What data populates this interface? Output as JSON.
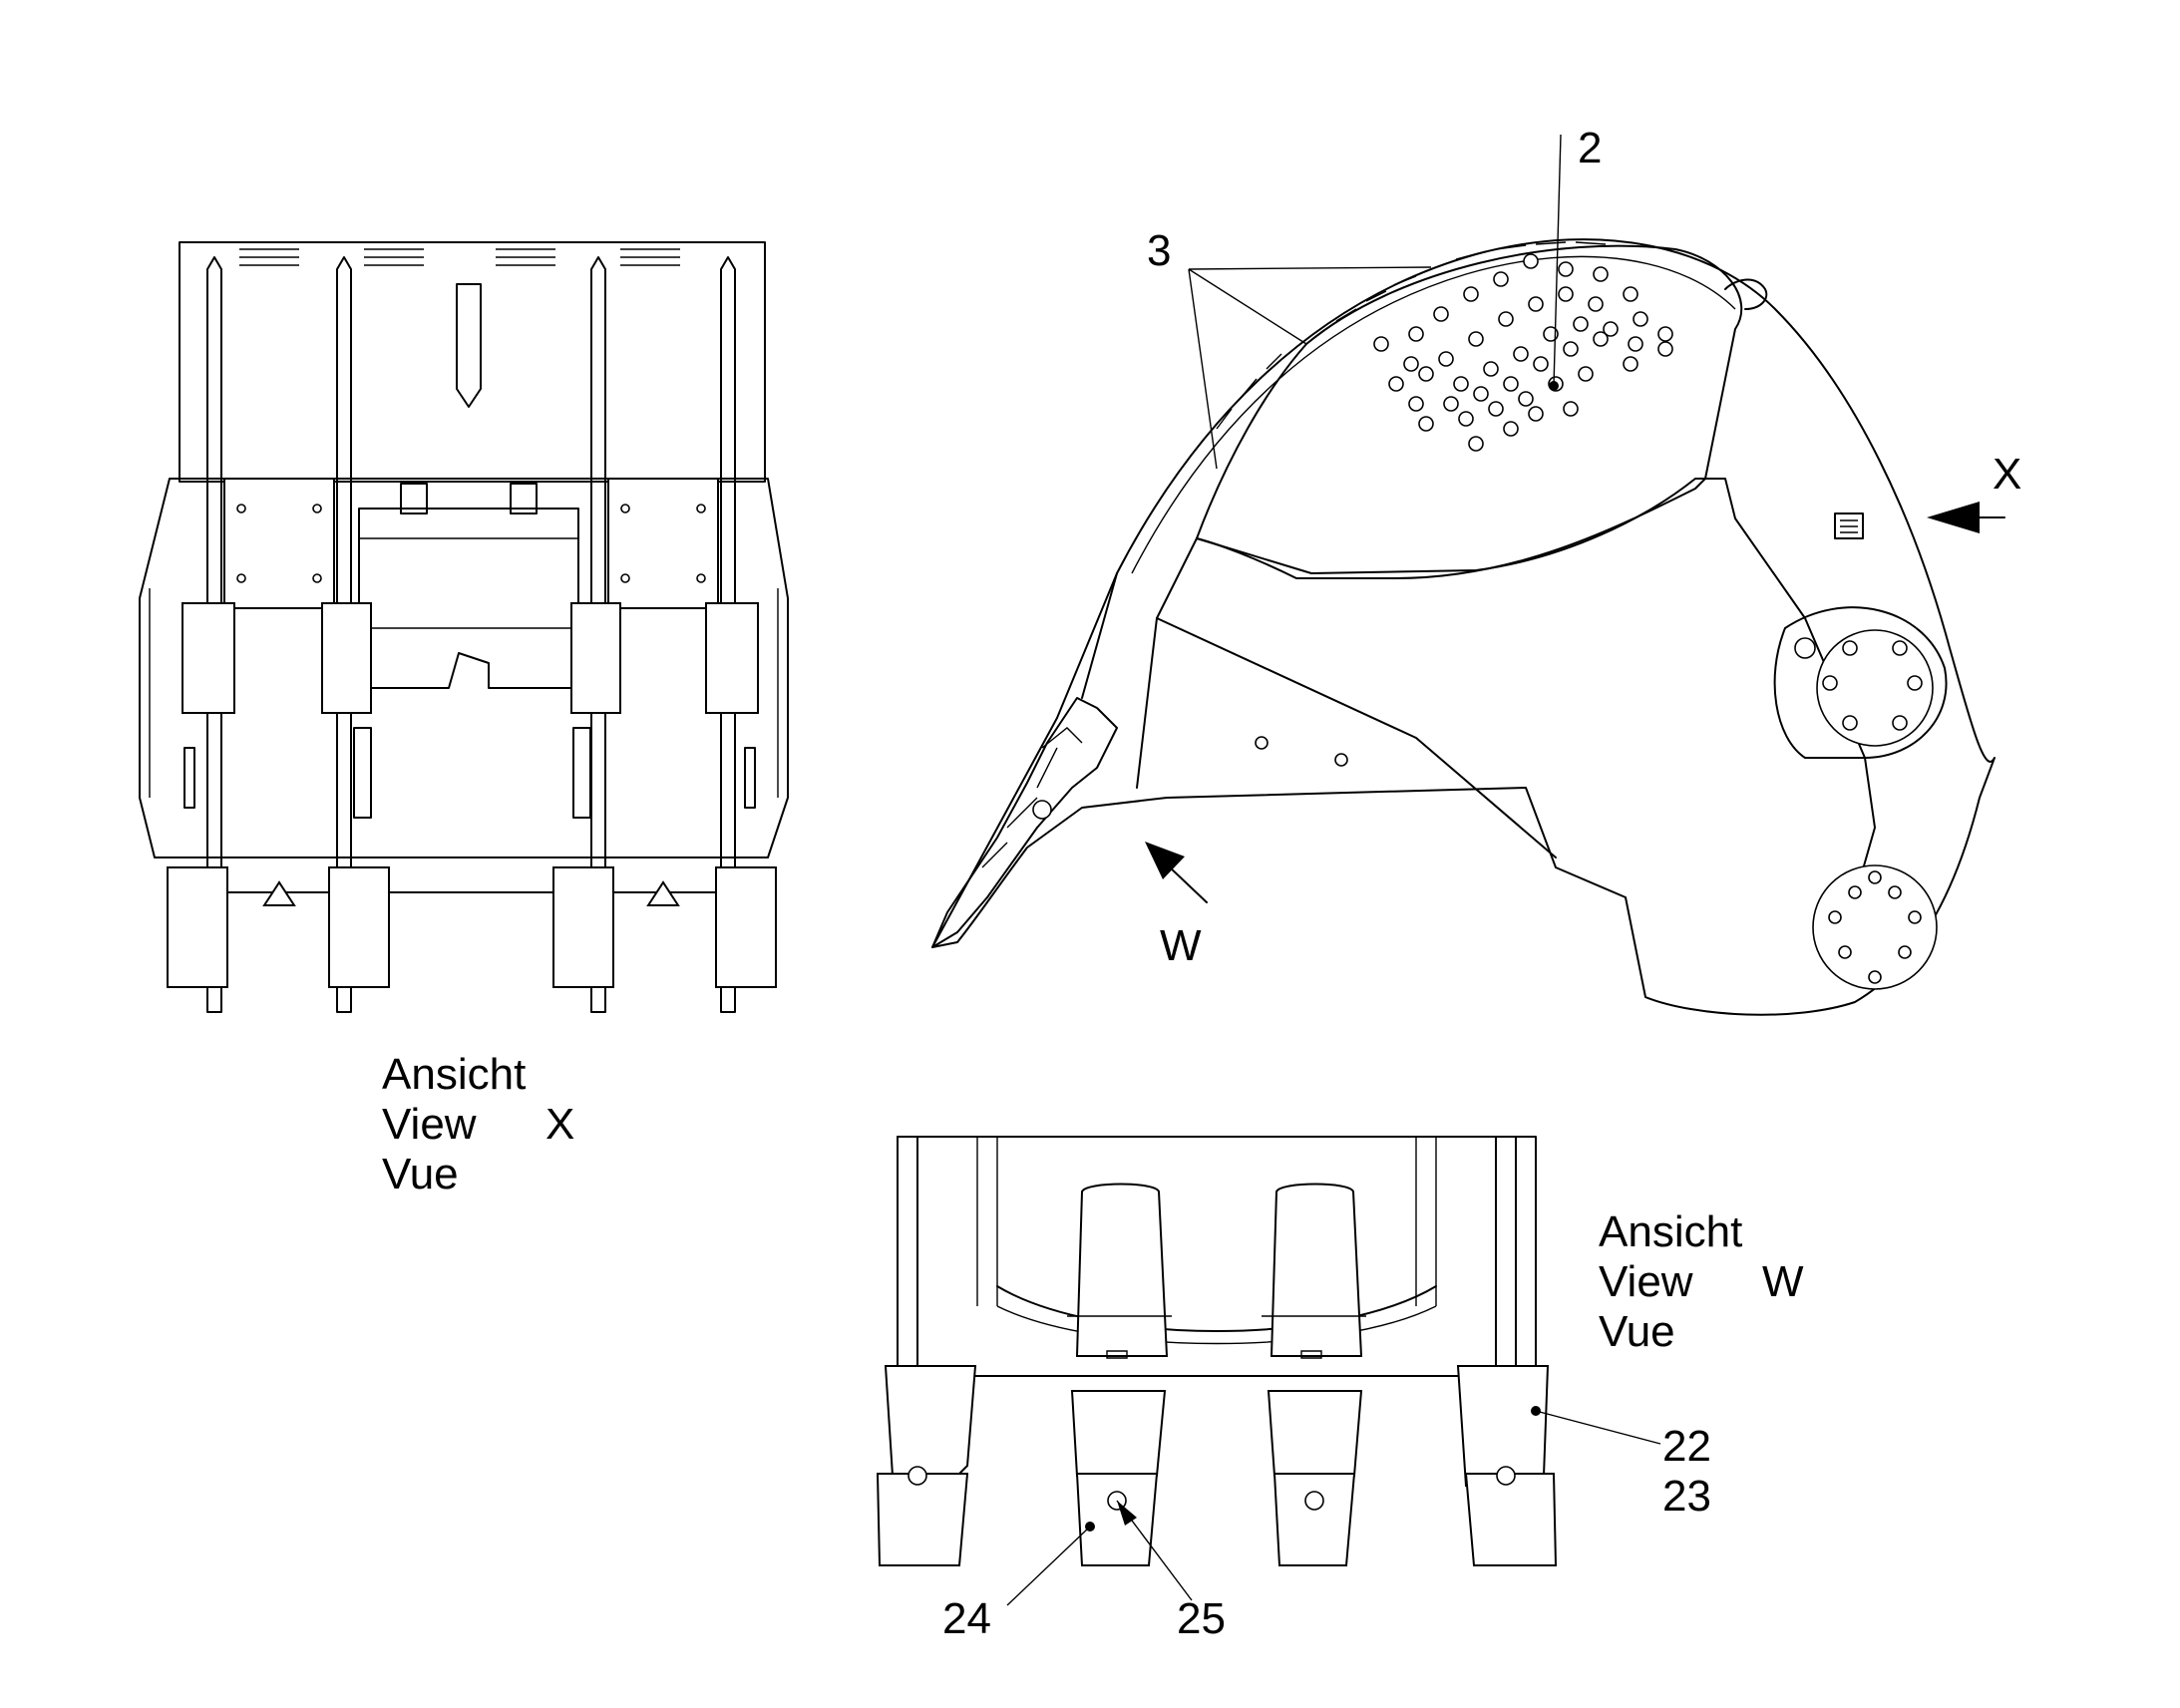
{
  "callouts": {
    "c2": "2",
    "c3": "3",
    "c22": "22",
    "c23": "23",
    "c24": "24",
    "c25": "25"
  },
  "arrows": {
    "x": "X",
    "w": "W"
  },
  "view_x": {
    "line1": "Ansicht",
    "line2": "View",
    "letter": "X",
    "line3": "Vue"
  },
  "view_w": {
    "line1": "Ansicht",
    "line2": "View",
    "letter": "W",
    "line3": "Vue"
  }
}
